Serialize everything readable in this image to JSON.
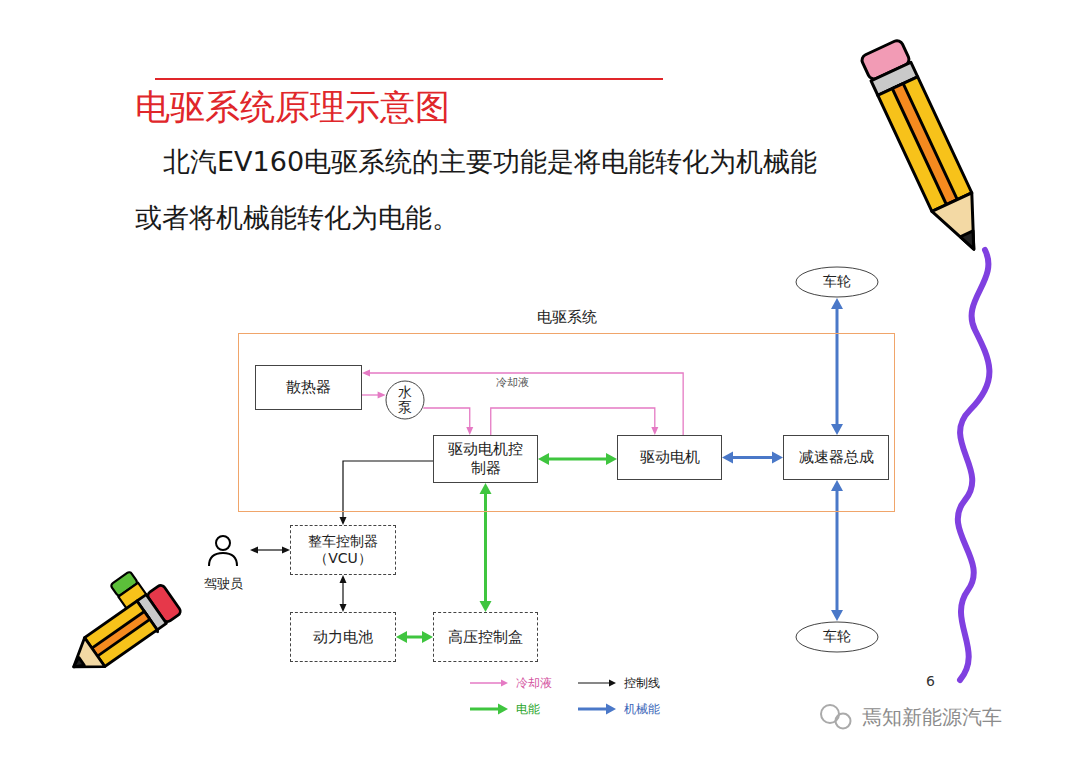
{
  "diagram": {
    "title": "电驱系统原理示意图",
    "caption": "北汽EV160电驱系统的主要功能是将电能转化为机械能或者将机械能转化为电能。",
    "nodes": [
      {
        "text": [
          "车轮"
        ]
      },
      {
        "text": [
          "电驱系统"
        ]
      },
      {
        "text": [
          "散热器"
        ],
        "in": 1
      },
      {
        "text": [
          "水泵"
        ],
        "in": 1
      },
      {
        "text": [
          "驱动电机控制器"
        ],
        "in": 1
      },
      {
        "text": [
          "驱动电机"
        ],
        "in": 1
      },
      {
        "text": [
          "减速器总成"
        ],
        "in": 1
      },
      {
        "text": [
          "驾驶员"
        ]
      },
      {
        "text": [
          "整车控制器 （VCU）"
        ]
      },
      {
        "text": [
          "动力电池"
        ]
      },
      {
        "text": [
          "高压控制盒"
        ]
      },
      {
        "text": [
          "车轮"
        ]
      }
    ],
    "edges": [
      {
        "from": 5,
        "to": 2,
        "arrow": "to",
        "label": "冷却液"
      },
      {
        "from": 2,
        "to": 3,
        "arrow": "to"
      },
      {
        "from": 3,
        "to": 4,
        "arrow": "to"
      },
      {
        "from": 4,
        "to": 5,
        "arrow": "to"
      },
      {
        "from": 4,
        "to": 5,
        "arrow": "both"
      },
      {
        "from": 5,
        "to": 6,
        "arrow": "both"
      },
      {
        "from": 6,
        "to": 0,
        "arrow": "both"
      },
      {
        "from": 6,
        "to": 11,
        "arrow": "both"
      },
      {
        "from": 4,
        "to": 8,
        "arrow": "to"
      },
      {
        "from": 7,
        "to": 8,
        "arrow": "both"
      },
      {
        "from": 8,
        "to": 9,
        "arrow": "both"
      },
      {
        "from": 9,
        "to": 10,
        "arrow": "both"
      },
      {
        "from": 10,
        "to": 4,
        "arrow": "both"
      }
    ],
    "labels": [
      "焉知新能源汽车",
      "6"
    ],
    "legend": [
      {
        "text": "冷却液"
      },
      {
        "text": "控制线"
      },
      {
        "text": "电能"
      },
      {
        "text": "机械能"
      }
    ]
  }
}
